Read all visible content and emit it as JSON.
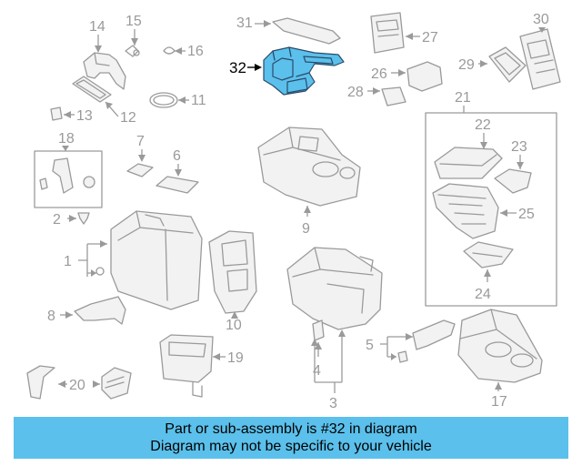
{
  "diagram": {
    "highlight_color": "#5bc0eb",
    "highlighted_part": "32",
    "labels": {
      "p1": "1",
      "p2": "2",
      "p3": "3",
      "p4": "4",
      "p5": "5",
      "p6": "6",
      "p7": "7",
      "p8": "8",
      "p9": "9",
      "p10": "10",
      "p11": "11",
      "p12": "12",
      "p13": "13",
      "p14": "14",
      "p15": "15",
      "p16": "16",
      "p17": "17",
      "p18": "18",
      "p19": "19",
      "p20": "20",
      "p21": "21",
      "p22": "22",
      "p23": "23",
      "p24": "24",
      "p25": "25",
      "p26": "26",
      "p27": "27",
      "p28": "28",
      "p29": "29",
      "p30": "30",
      "p31": "31",
      "p32": "32"
    }
  },
  "banner": {
    "line1": "Part or sub-assembly is #32 in diagram",
    "line2": "Diagram may not be specific to your vehicle"
  }
}
